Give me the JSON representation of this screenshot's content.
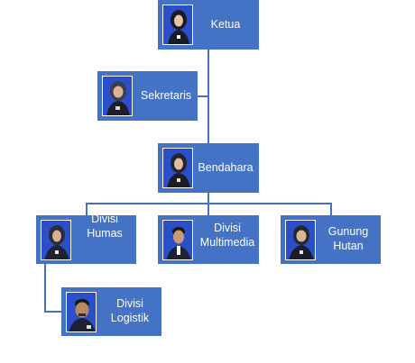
{
  "colors": {
    "box_fill": "#4472c4",
    "text": "#ffffff",
    "photo_bg": "#1f3ea8",
    "connector": "#4472c4"
  },
  "nodes": {
    "ketua": {
      "line1": "Ketua"
    },
    "sekretaris": {
      "line1": "Sekretaris"
    },
    "bendahara": {
      "line1": "Bendahara"
    },
    "humas": {
      "line1": "Divisi",
      "line2": "Humas"
    },
    "multimedia": {
      "line1": "Divisi",
      "line2": "Multimedia"
    },
    "gunung_hutan": {
      "line1": "Gunung",
      "line2": "Hutan"
    },
    "logistik": {
      "line1": "Divisi",
      "line2": "Logistik"
    }
  }
}
